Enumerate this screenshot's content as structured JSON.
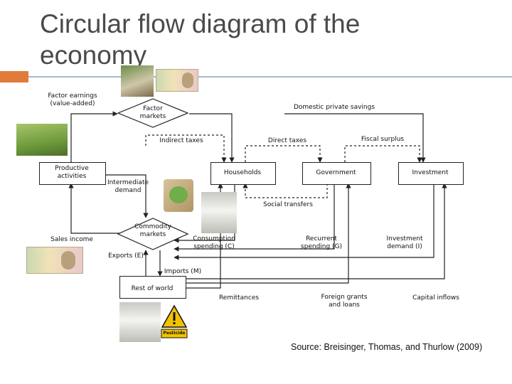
{
  "slide": {
    "title": "Circular flow diagram of the economy",
    "source": "Source: Breisinger, Thomas, and Thurlow (2009)"
  },
  "labels": {
    "factor_earnings": "Factor earnings\n(value-added)",
    "factor_markets": "Factor\nmarkets",
    "domestic_private_savings": "Domestic private savings",
    "indirect_taxes": "Indirect taxes",
    "direct_taxes": "Direct taxes",
    "fiscal_surplus": "Fiscal surplus",
    "productive_activities": "Productive\nactivities",
    "households": "Households",
    "government": "Government",
    "investment": "Investment",
    "intermediate_demand": "Intermediate\ndemand",
    "social_transfers": "Social transfers",
    "commodity_markets": "Commodity\nmarkets",
    "sales_income": "Sales income",
    "consumption_spending": "Consumption\nspending (C)",
    "recurrent_spending": "Recurrent\nspending (G)",
    "investment_demand": "Investment\ndemand (I)",
    "exports": "Exports (E)",
    "imports": "Imports (M)",
    "rest_of_world": "Rest of world",
    "remittances": "Remittances",
    "foreign_grants": "Foreign grants\nand loans",
    "capital_inflows": "Capital inflows",
    "pesticide_sign": "Pesticide"
  },
  "colors": {
    "accent": "#e07b39",
    "rule": "#a9b7c9",
    "title_text": "#4a4a4a"
  }
}
